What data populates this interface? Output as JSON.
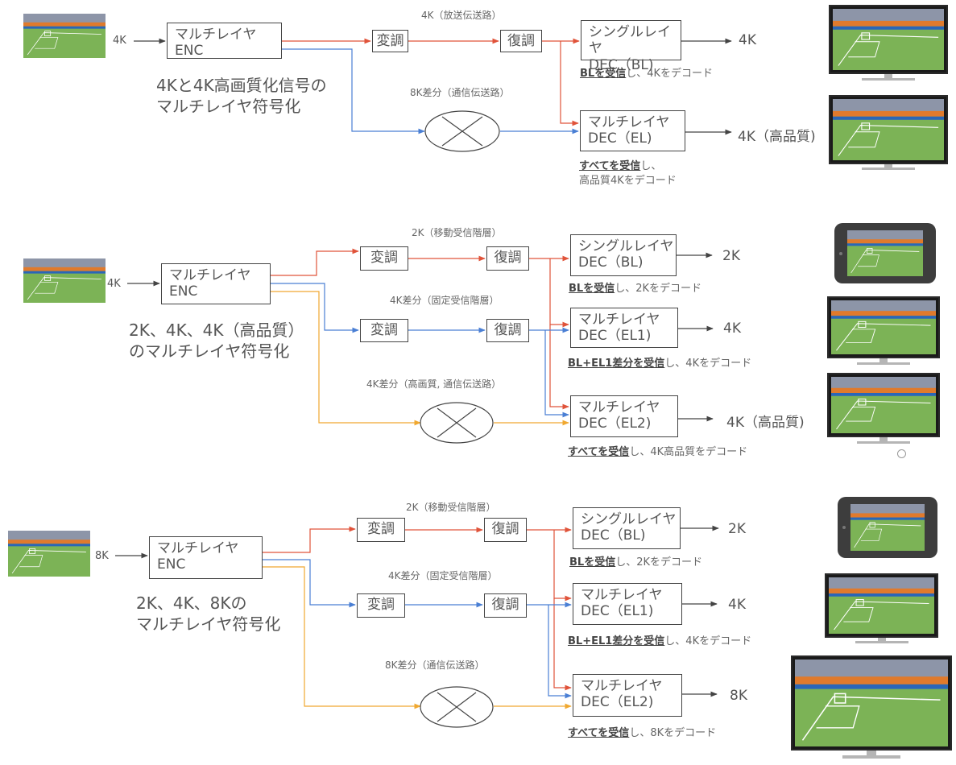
{
  "rows": [
    {
      "input_label": "4K",
      "enc": {
        "line1": "マルチレイヤ",
        "line2": "ENC"
      },
      "caption": [
        "4Kと4K高画質化信号の",
        "マルチレイヤ符号化"
      ],
      "path_labels": [
        "4K（放送伝送路）",
        "8K差分（通信伝送路）"
      ],
      "mod_label": "変調",
      "demod_label": "復調",
      "decoders": [
        {
          "line1": "シングルレイヤ",
          "line2": "DEC（BL)",
          "output": "4K",
          "note_bold": "BLを受信",
          "note_rest": "し、4Kをデコード",
          "note_line2": ""
        },
        {
          "line1": "マルチレイヤ",
          "line2": "DEC（EL)",
          "output": "4K（高品質)",
          "note_bold": "すべてを受信",
          "note_rest": "し、",
          "note_line2": "高品質4Kをデコード"
        }
      ]
    },
    {
      "input_label": "4K",
      "enc": {
        "line1": "マルチレイヤ",
        "line2": "ENC"
      },
      "caption": [
        "2K、4K、4K（高品質）",
        "のマルチレイヤ符号化"
      ],
      "path_labels": [
        "2K（移動受信階層）",
        "4K差分（固定受信階層）",
        "4K差分（高画質, 通信伝送路）"
      ],
      "mod_label": "変調",
      "demod_label": "復調",
      "decoders": [
        {
          "line1": "シングルレイヤ",
          "line2": "DEC（BL)",
          "output": "2K",
          "note_bold": "BLを受信",
          "note_rest": "し、2Kをデコード"
        },
        {
          "line1": "マルチレイヤ",
          "line2": "DEC（EL1)",
          "output": "4K",
          "note_bold": "BL+EL1差分を受信",
          "note_rest": "し、4Kをデコード"
        },
        {
          "line1": "マルチレイヤ",
          "line2": "DEC（EL2)",
          "output": "4K（高品質)",
          "note_bold": "すべてを受信",
          "note_rest": "し、4K高品質をデコード"
        }
      ]
    },
    {
      "input_label": "8K",
      "enc": {
        "line1": "マルチレイヤ",
        "line2": "ENC"
      },
      "caption": [
        "2K、4K、8Kの",
        "マルチレイヤ符号化"
      ],
      "path_labels": [
        "2K（移動受信階層）",
        "4K差分（固定受信階層）",
        "8K差分（通信伝送路）"
      ],
      "mod_label": "変調",
      "demod_label": "復調",
      "decoders": [
        {
          "line1": "シングルレイヤ",
          "line2": "DEC（BL)",
          "output": "2K",
          "note_bold": "BLを受信",
          "note_rest": "し、2Kをデコード"
        },
        {
          "line1": "マルチレイヤ",
          "line2": "DEC（EL1)",
          "output": "4K",
          "note_bold": "BL+EL1差分を受信",
          "note_rest": "し、4Kをデコード"
        },
        {
          "line1": "マルチレイヤ",
          "line2": "DEC（EL2)",
          "output": "8K",
          "note_bold": "すべてを受信",
          "note_rest": "し、8Kをデコード"
        }
      ]
    }
  ],
  "colors": {
    "red": "#e0533a",
    "blue": "#4a7fd4",
    "orange": "#f0a830",
    "black": "#444444"
  },
  "icons": [
    "soccer-thumbnail",
    "tv-monitor",
    "tablet",
    "mixer-symbol"
  ]
}
